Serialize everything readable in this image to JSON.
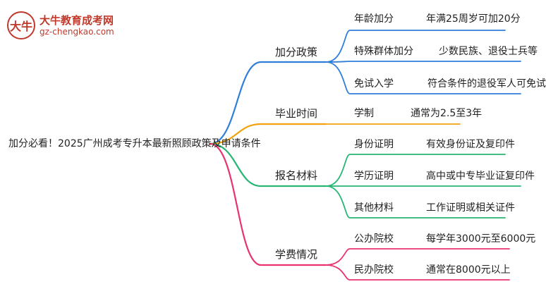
{
  "logo": {
    "name": "大牛教育成考网",
    "url": "gz-chengkao.com",
    "mark": "大牛"
  },
  "colors": {
    "policy": "#2f7ed8",
    "graduation": "#f0a30a",
    "materials": "#27b573",
    "fees": "#e8336d"
  },
  "root": "加分必看！2025广州成考专升本最新照顾政策及申请条件",
  "branches": [
    {
      "label": "加分政策",
      "color_key": "policy",
      "items": [
        {
          "label": "年龄加分",
          "value": "年满25周岁可加20分"
        },
        {
          "label": "特殊群体加分",
          "value": "少数民族、退役士兵等"
        },
        {
          "label": "免试入学",
          "value": "符合条件的退役军人可免试"
        }
      ]
    },
    {
      "label": "毕业时间",
      "color_key": "graduation",
      "items": [
        {
          "label": "学制",
          "value": "通常为2.5至3年"
        }
      ]
    },
    {
      "label": "报名材料",
      "color_key": "materials",
      "items": [
        {
          "label": "身份证明",
          "value": "有效身份证及复印件"
        },
        {
          "label": "学历证明",
          "value": "高中或中专毕业证复印件"
        },
        {
          "label": "其他材料",
          "value": "工作证明或相关证件"
        }
      ]
    },
    {
      "label": "学费情况",
      "color_key": "fees",
      "items": [
        {
          "label": "公办院校",
          "value": "每学年3000元至6000元"
        },
        {
          "label": "民办院校",
          "value": "通常在8000元以上"
        }
      ]
    }
  ]
}
